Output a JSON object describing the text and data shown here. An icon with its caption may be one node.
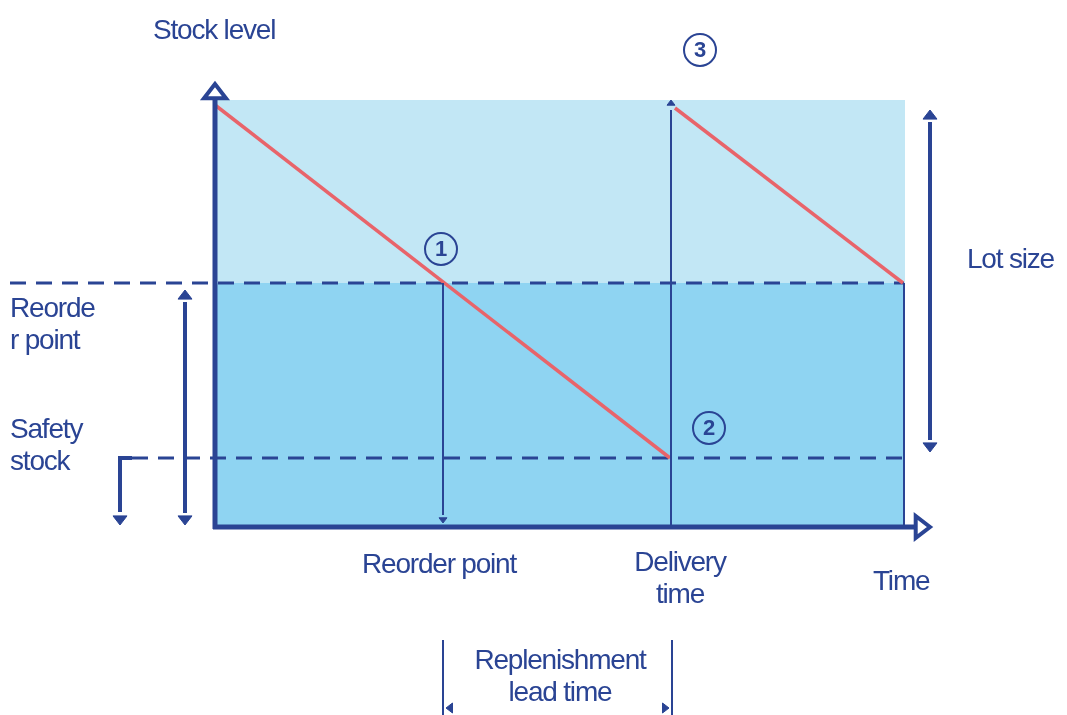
{
  "diagram": {
    "labels": [
      "Stock level",
      "3",
      "1",
      "Lot size",
      "Reorde r point",
      "2",
      "Safety stock",
      "Reorder point",
      "Delivery time",
      "Time",
      "Replenishment lead time"
    ]
  }
}
